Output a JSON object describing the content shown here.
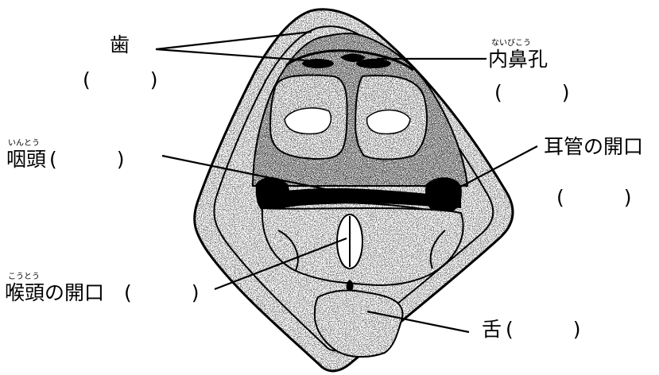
{
  "labels": {
    "teeth": {
      "text": "歯",
      "blank": "(　　　)"
    },
    "internal_nostril": {
      "ruby": "ないびこう",
      "text": "内鼻孔",
      "blank": "(　　　)"
    },
    "pharynx": {
      "ruby": "いんとう",
      "text": "咽頭",
      "blank": "(　　　)"
    },
    "eustachian_opening": {
      "text": "耳管の開口",
      "blank": "(　　　)"
    },
    "laryngeal_opening": {
      "ruby": "こうとう",
      "text": "喉頭の開口",
      "blank": "(　　　)"
    },
    "tongue": {
      "text": "舌",
      "blank": "(　　　)"
    }
  }
}
